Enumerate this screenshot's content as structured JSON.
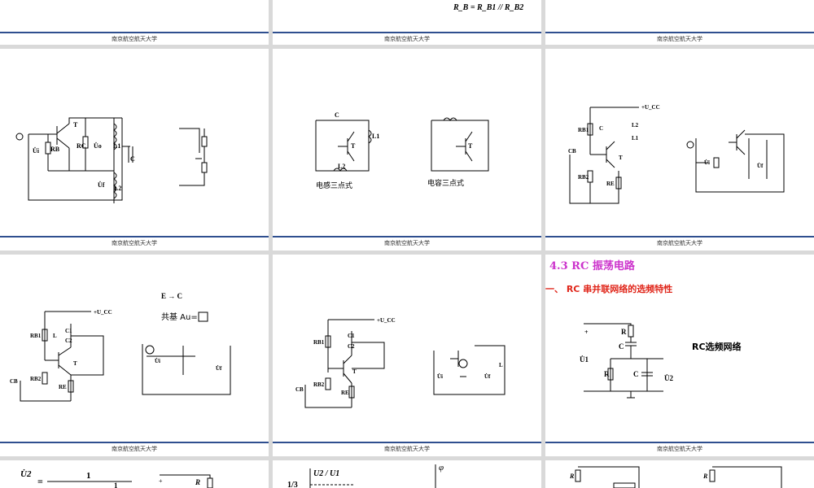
{
  "footer": "南京航空航天大学",
  "top_middle_formula": "R_B = R_B1 // R_B2",
  "slide_mid_left": {
    "Ui": "U̇i",
    "RB": "RB",
    "RC": "RC",
    "Uo": "U̇o",
    "L1": "L1",
    "C": "C",
    "Uf": "U̇f",
    "L2": "L2",
    "T": "T"
  },
  "slide_mid_middle": {
    "caption_left": "电感三点式",
    "caption_right": "电容三点式",
    "C": "C",
    "L1": "L1",
    "L2": "L2",
    "T": "T"
  },
  "slide_mid_right": {
    "Ucc": "+U_CC",
    "RB1": "RB1",
    "RB2": "RB2",
    "RE": "RE",
    "CB": "CB",
    "C": "C",
    "L1": "L1",
    "L2": "L2",
    "T": "T",
    "Ui": "U̇i",
    "Uf": "U̇f"
  },
  "slide_low_left": {
    "Ucc": "+U_CC",
    "RB1": "RB1",
    "RB2": "RB2",
    "RE": "RE",
    "CB": "CB",
    "L": "L",
    "C1": "C1",
    "C2": "C2",
    "T": "T",
    "line1": "E → C",
    "line2": "共基 Au=",
    "Ui": "U̇i",
    "Uf": "U̇f"
  },
  "slide_low_middle": {
    "Ucc": "+U_CC",
    "RB1": "RB1",
    "RB2": "RB2",
    "RE": "RE",
    "CB": "CB",
    "C1": "C1",
    "C2": "C2",
    "L": "L",
    "T": "T",
    "Ui": "U̇i",
    "Uf": "U̇f"
  },
  "slide_low_right": {
    "heading": "4.3 RC 振荡电路",
    "subheading": "一、 RC 串并联网络的选频特性",
    "label_network": "RC选频网络",
    "R": "R",
    "C": "C",
    "U1": "U̇1",
    "U2": "U̇2"
  },
  "slide_bottom_left": {
    "U2": "U̇2",
    "eq": "=",
    "one": "1",
    "one_b": "1",
    "R": "R"
  },
  "slide_bottom_middle": {
    "ratio": "U2 / U1",
    "third": "1/3",
    "phi": "φ"
  },
  "slide_bottom_right": {
    "R": "R"
  }
}
